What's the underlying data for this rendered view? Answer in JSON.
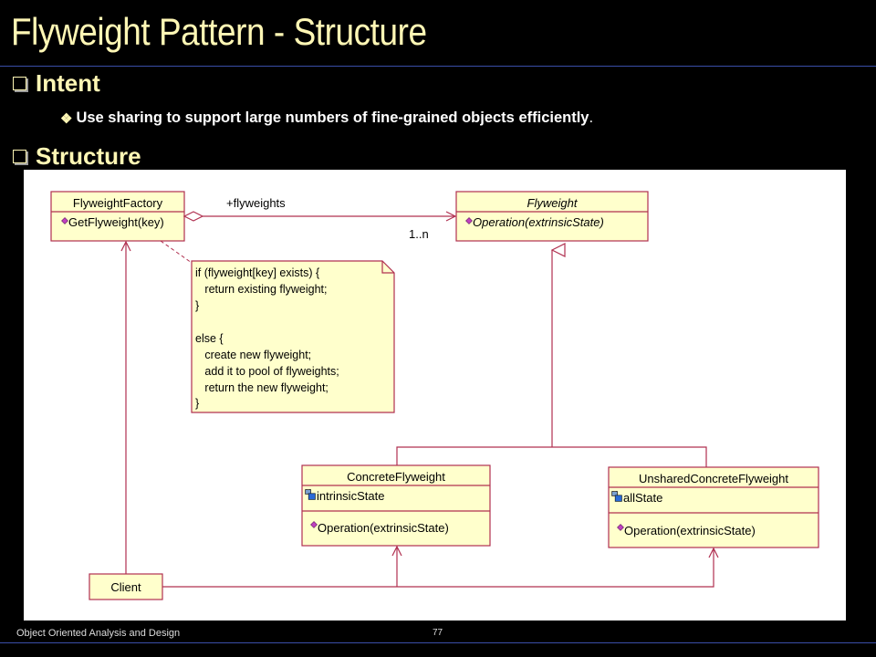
{
  "slide": {
    "title": "Flyweight Pattern - Structure",
    "bullets": [
      {
        "label": "Intent"
      },
      {
        "label": "Structure"
      }
    ],
    "intent_text": "Use sharing to support large numbers of fine-grained objects efficiently",
    "intent_period": ".",
    "footer_left": "Object Oriented Analysis and Design",
    "page_number": "77"
  },
  "diagram": {
    "classes": {
      "flyweight_factory": {
        "name": "FlyweightFactory",
        "op": "GetFlyweight(key)"
      },
      "flyweight": {
        "name": "Flyweight",
        "op": "Operation(extrinsicState)"
      },
      "concrete_flyweight": {
        "name": "ConcreteFlyweight",
        "attr": "intrinsicState",
        "op": "Operation(extrinsicState)"
      },
      "unshared_concrete_flyweight": {
        "name": "UnsharedConcreteFlyweight",
        "attr": "allState",
        "op": "Operation(extrinsicState)"
      },
      "client": {
        "name": "Client"
      }
    },
    "association_role": "+flyweights",
    "multiplicity": "1..n",
    "note_lines": [
      "if (flyweight[key] exists) {",
      "   return existing flyweight;",
      "}",
      "",
      "else {",
      "   create new flyweight;",
      "   add it to pool of flyweights;",
      "   return the new flyweight;",
      "}"
    ]
  },
  "colors": {
    "class_fill": "#ffffcc",
    "class_border": "#b03050",
    "title": "#fff7b5",
    "rule": "#3a4ea8"
  }
}
